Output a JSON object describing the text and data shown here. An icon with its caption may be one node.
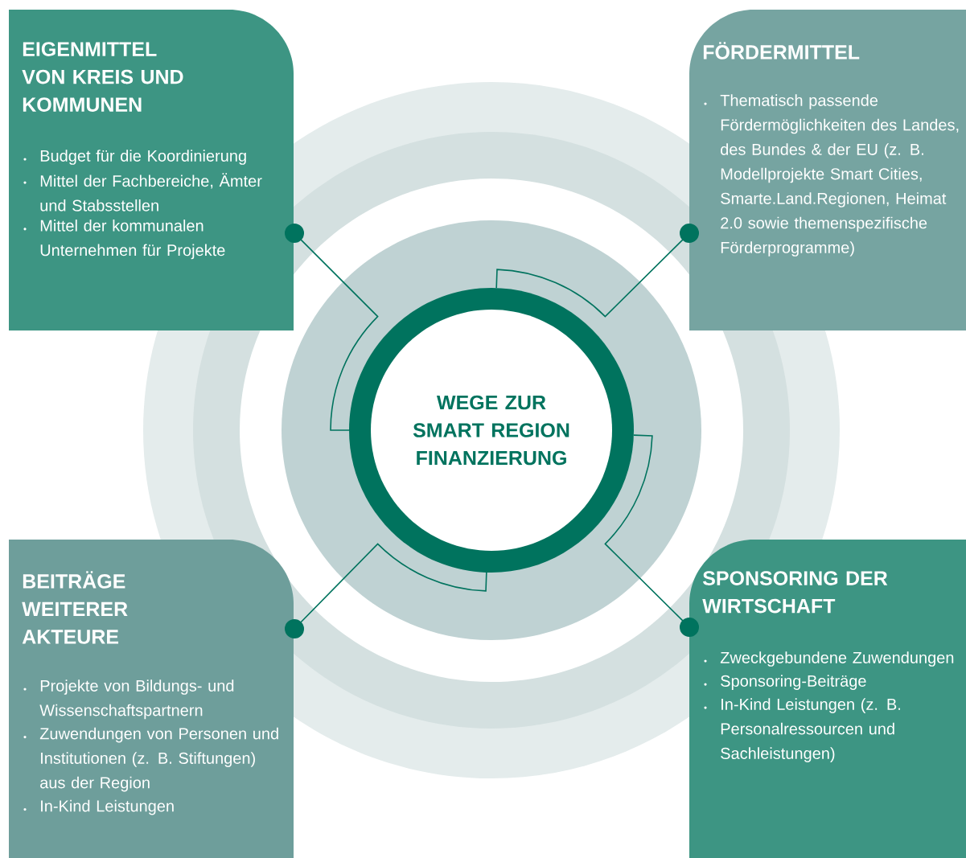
{
  "diagram": {
    "nodes": [
      {
        "text": [
          "EIGENMITTEL VON KREIS UND KOMMUNEN",
          "Budget für die Koordinierung",
          "Mittel der Fachbereiche, Ämter und Stabsstellen",
          "Mittel der kommunalen Unternehmen für Projekte"
        ]
      },
      {
        "text": [
          "FÖRDERMITTEL",
          "Thematisch passende Fördermöglichkeiten des Landes, des Bundes & der EU (z. B. Modellprojekte Smart Cities, Smarte.Land.Regionen, Heimat 2.0 sowie themenspezifische Förderprogramme)"
        ]
      },
      {
        "text": [
          "WEGE ZUR SMART REGION FINANZIERUNG"
        ]
      },
      {
        "text": [
          "BEITRÄGE WEITERER AKTEURE",
          "Projekte von Bildungs- und Wissenschaftspartnern",
          "Zuwendungen von Personen und Institutionen (z. B. Stiftungen) aus der Region",
          "In-Kind Leistungen"
        ]
      },
      {
        "text": [
          "SPONSORING DER WIRTSCHAFT",
          "Zweckgebundene Zuwendungen",
          "Sponsoring-Beiträge",
          "In-Kind Leistungen (z. B. Personalressourcen und Sachleistungen)"
        ]
      }
    ],
    "edges": [
      {
        "from": 2,
        "to": 0,
        "arrow": "other"
      },
      {
        "from": 2,
        "to": 1,
        "arrow": "other"
      },
      {
        "from": 2,
        "to": 3,
        "arrow": "other"
      },
      {
        "from": 2,
        "to": 4,
        "arrow": "other"
      }
    ]
  }
}
